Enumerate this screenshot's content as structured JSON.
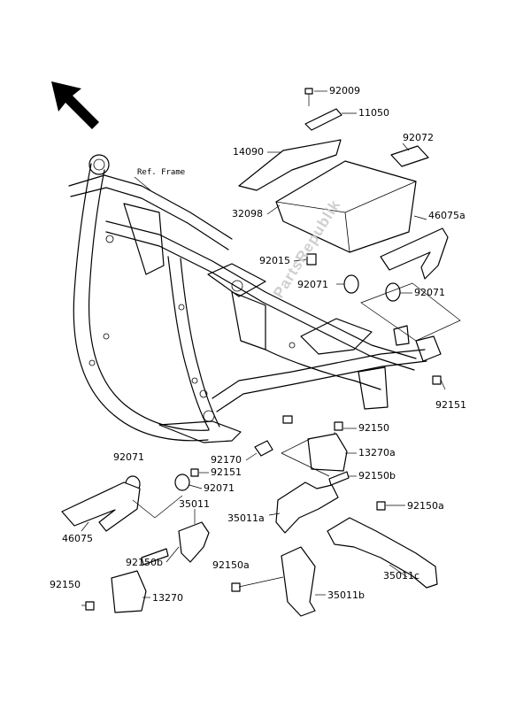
{
  "watermark": "PartsRepublik",
  "ref_frame": "Ref. Frame",
  "labels": {
    "p92009": "92009",
    "p11050": "11050",
    "p14090": "14090",
    "p92072": "92072",
    "p32098": "32098",
    "p46075a": "46075a",
    "p92015": "92015",
    "p92071_a": "92071",
    "p92071_b": "92071",
    "p92151_a": "92151",
    "p92150_a": "92150",
    "p13270a": "13270a",
    "p92170": "92170",
    "p92151_b": "92151",
    "p92071_c": "92071",
    "p92071_d": "92071",
    "p92150b_a": "92150b",
    "p35011": "35011",
    "p35011a": "35011a",
    "p92150a_a": "92150a",
    "p46075": "46075",
    "p92150b_b": "92150b",
    "p35011c": "35011c",
    "p92150a_b": "92150a",
    "p92150_b": "92150",
    "p13270": "13270",
    "p35011b": "35011b"
  }
}
